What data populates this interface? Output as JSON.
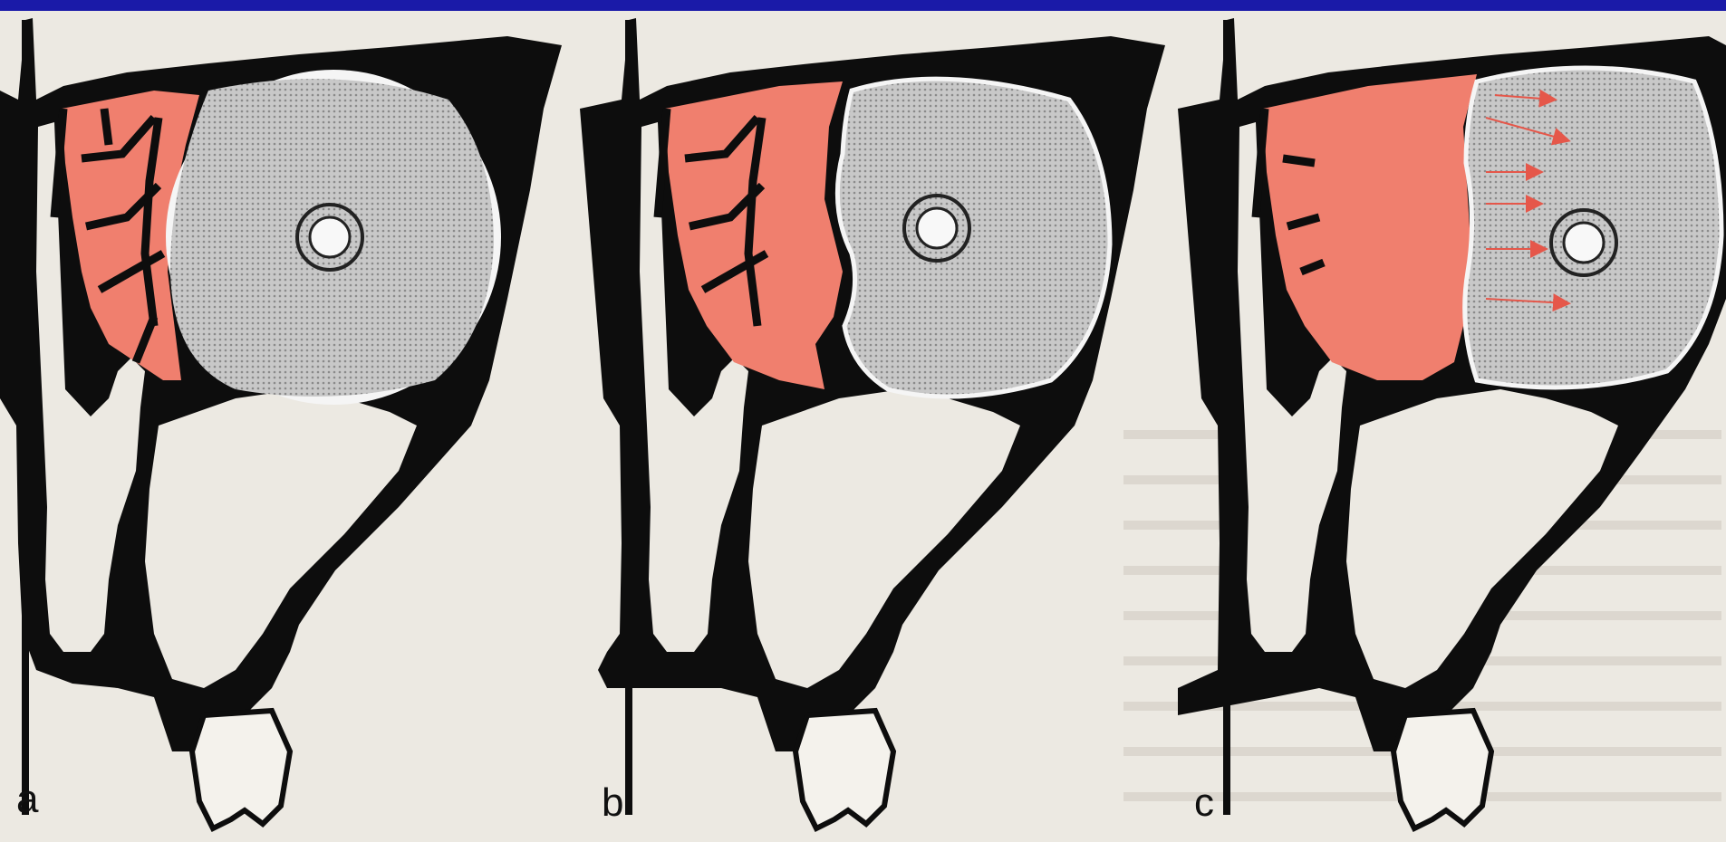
{
  "panels": [
    {
      "label": "a"
    },
    {
      "label": "b"
    },
    {
      "label": "c"
    }
  ],
  "colors": {
    "bone": "#0d0d0d",
    "infection": "#f07f6e",
    "globe": "#bdbdbd",
    "page": "#ece9e2",
    "border": "#1a1aa8",
    "arrows": "#e5574a"
  }
}
